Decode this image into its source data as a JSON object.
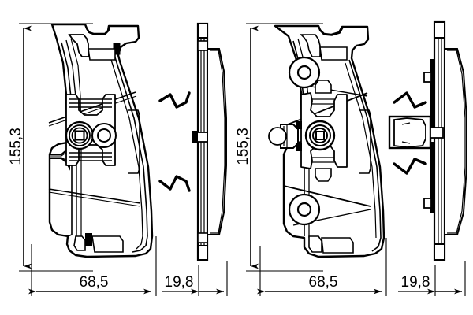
{
  "drawing": {
    "title": "Brake pad set technical drawing",
    "subject": "disc-brake-pad",
    "background_color": "#ffffff",
    "line_color": "#000000",
    "units": "mm",
    "decimal_separator": ","
  },
  "views": [
    {
      "id": "left-pad-front",
      "name": "Left brake pad - front elevation",
      "type": "front-elevation",
      "has_central_hub": true,
      "has_secondary_circle": true,
      "has_top_lug": true
    },
    {
      "id": "left-pad-side",
      "name": "Left brake pad - side profile",
      "type": "side-profile",
      "has_spring_clip": true
    },
    {
      "id": "right-pad-front",
      "name": "Right brake pad - front elevation",
      "type": "front-elevation",
      "has_central_hub": true,
      "has_upper_bore": true,
      "has_lower_bore": true
    },
    {
      "id": "right-pad-side",
      "name": "Right brake pad - side profile",
      "type": "side-profile",
      "has_wear_sensor_connector": true,
      "has_spring_clip": true
    }
  ],
  "dimensions": {
    "left": {
      "height": "155,3",
      "width": "68,5",
      "thickness": "19,8"
    },
    "right": {
      "height": "155,3",
      "width": "68,5",
      "thickness": "19,8"
    }
  }
}
